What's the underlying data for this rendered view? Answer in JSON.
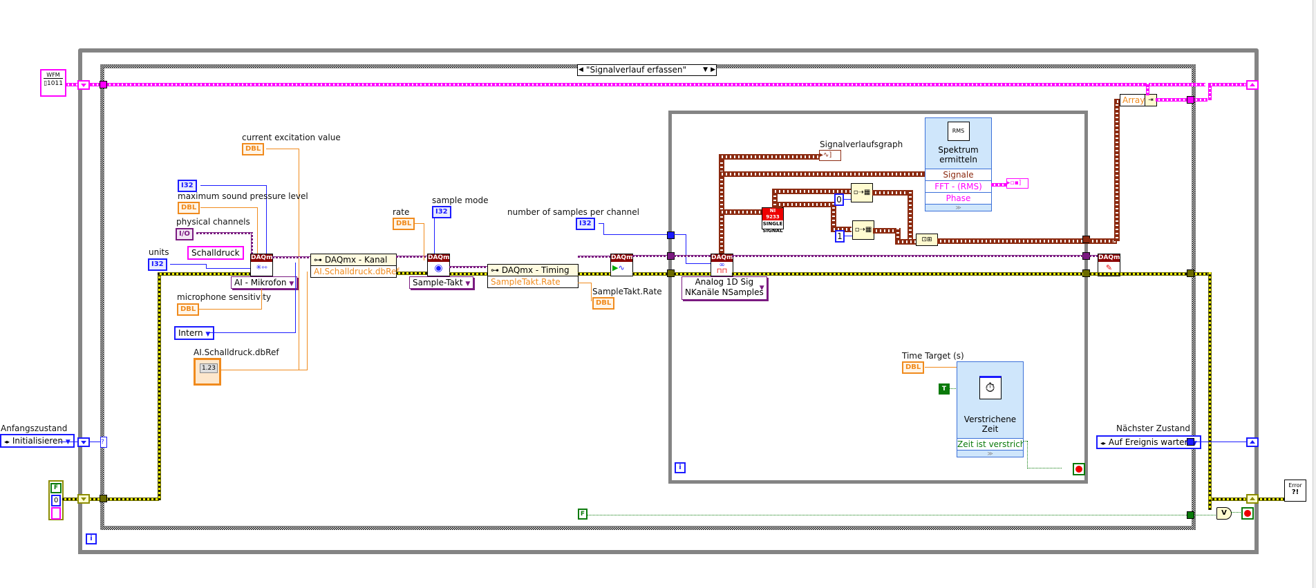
{
  "case_selector": {
    "label": "\"Signalverlauf erfassen\""
  },
  "waveform_input": {
    "label": "WFM"
  },
  "initial_state": {
    "label": "Anfangszustand",
    "value": "Initialisieren"
  },
  "next_state": {
    "label": "Nächster Zustand",
    "value": "Auf Ereignis warten"
  },
  "error_cluster": {
    "status": "F",
    "code": "0"
  },
  "create_channel": {
    "labels": {
      "current_excitation": "current excitation value",
      "max_spl": "maximum sound pressure level",
      "physical_channels": "physical channels",
      "units": "units",
      "mic_sensitivity": "microphone sensitivity",
      "dbref": "AI.Schalldruck.dbRef"
    },
    "constants": {
      "dbl": "DBL",
      "i32": "I32",
      "io": "I/O",
      "channel_name": "Schalldruck",
      "excitation_source": "Intern",
      "numeric_ctrl": "1.23"
    },
    "polymorphic_selector": "AI - Mikrofon",
    "header": "DAQmx"
  },
  "channel_property": {
    "title": "DAQmx - Kanal",
    "property": "AI.Schalldruck.dbRef"
  },
  "timing": {
    "rate_label": "rate",
    "sample_mode_label": "sample mode",
    "selector": "Sample-Takt",
    "property_title": "DAQmx - Timing",
    "property": "SampleTakt.Rate",
    "output_label": "SampleTakt.Rate",
    "samples_per_channel_label": "number of samples per channel"
  },
  "read": {
    "selector_line1": "Analog 1D Sig",
    "selector_line2": "NKanäle NSamples"
  },
  "graph": {
    "label": "Signalverlaufsgraph"
  },
  "single_signal": {
    "header": "NI 9233",
    "line1": "SINGLE",
    "line2": "SIGNAL"
  },
  "index_constants": [
    "0",
    "1"
  ],
  "spectrum_vi": {
    "title_line1": "Spektrum",
    "title_line2": "ermitteln",
    "icon_text": "RMS",
    "terminals": [
      "Signale",
      "FFT - (RMS)",
      "Phase"
    ]
  },
  "array_node": {
    "label": "Array"
  },
  "elapsed_time_vi": {
    "target_label": "Time Target (s)",
    "title_line1": "Verstrichene",
    "title_line2": "Zeit",
    "terminal": "Zeit ist verstrichen",
    "bool_const": "T"
  },
  "false_const": "F",
  "or_gate": "V",
  "error_handler": {
    "line1": "Error",
    "line2": "?!"
  },
  "iteration_label": "i",
  "colors": {
    "loop_border": "#848484",
    "dbl_orange": "#f08a1c",
    "i32_blue": "#1a1aff",
    "waveform_pink": "#ff00ff",
    "task_purple": "#7a1a80",
    "error_yellow": "#f2f200",
    "waveform_brown": "#8b2a10",
    "boolean_green": "#0a7a0a",
    "daqmx_header": "#8b0000"
  }
}
